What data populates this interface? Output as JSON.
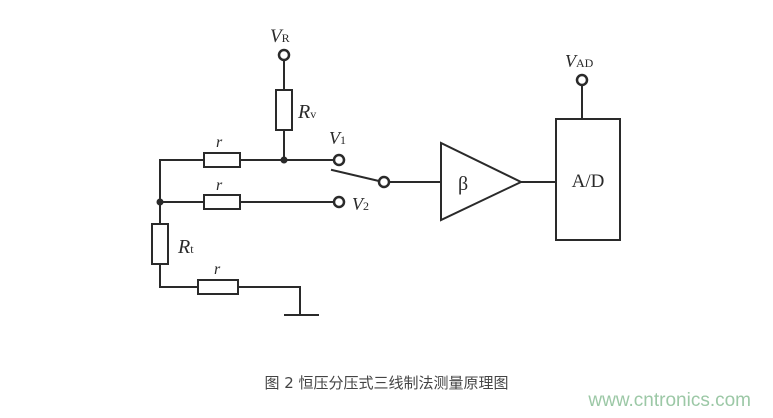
{
  "diagram": {
    "labels": {
      "vr_main": "V",
      "vr_sub": "R",
      "rv_main": "R",
      "rv_sub": "v",
      "v1_main": "V",
      "v1_sub": "1",
      "v2_main": "V",
      "v2_sub": "2",
      "rt_main": "R",
      "rt_sub": "t",
      "r_top": "r",
      "r_mid": "r",
      "r_bottom": "r",
      "beta": "β",
      "vad_main": "V",
      "vad_sub": "AD",
      "ad": "A/D"
    }
  },
  "caption": "图 2  恒压分压式三线制法测量原理图",
  "watermark": "www.cntronics.com",
  "colors": {
    "line": "#2a2a2a",
    "caption": "#444444",
    "watermark": "#9cc8a6"
  }
}
